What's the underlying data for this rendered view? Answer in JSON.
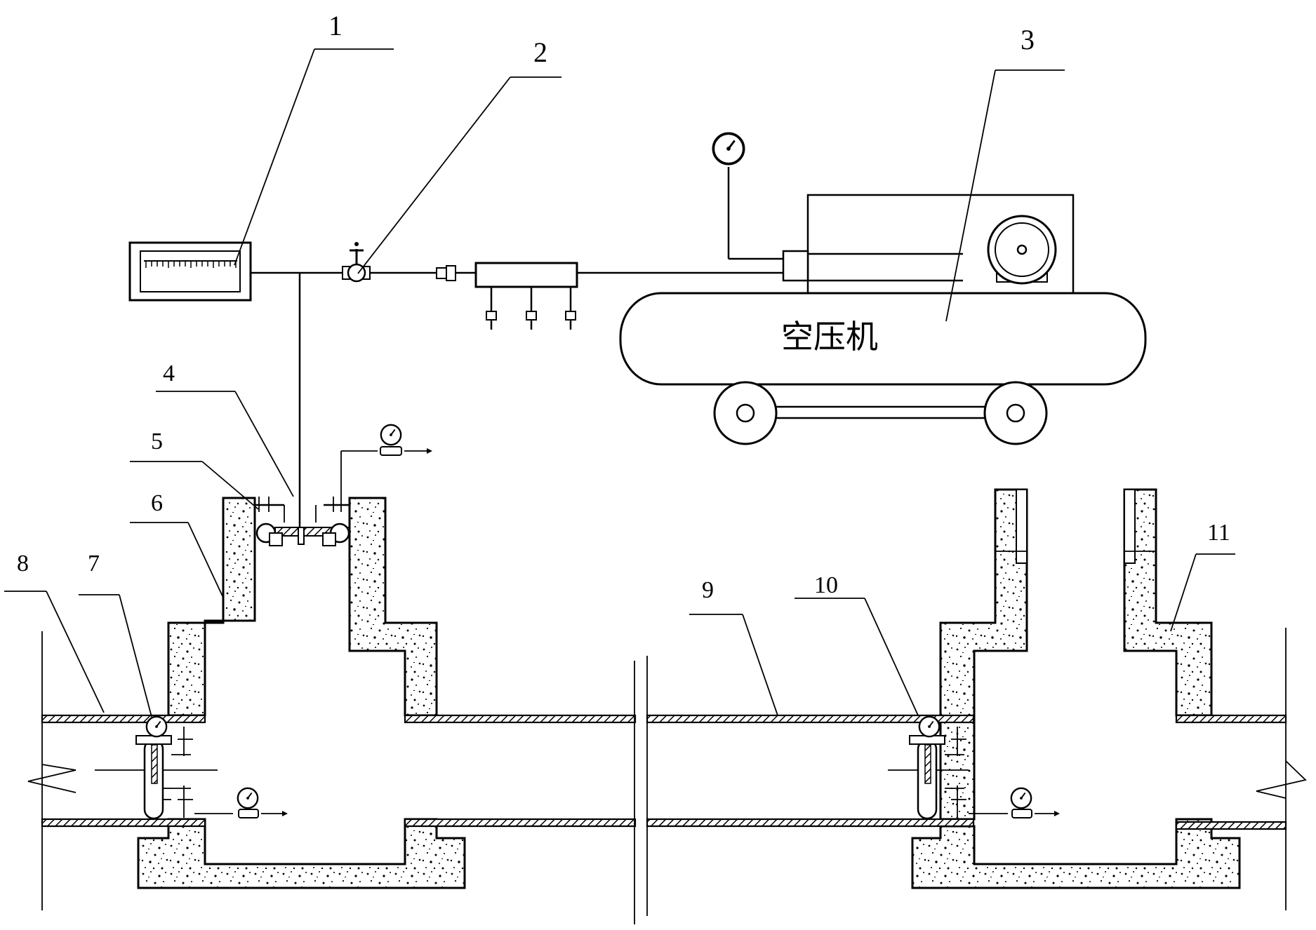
{
  "callouts": [
    "1",
    "2",
    "3",
    "4",
    "5",
    "6",
    "7",
    "8",
    "9",
    "10",
    "11"
  ],
  "compressor_label": "空压机",
  "icons": {
    "flowmeter": "flowmeter-icon",
    "valve": "valve-icon",
    "manifold": "manifold-icon",
    "pressure_gauge": "pressure-gauge-icon",
    "compressor": "air-compressor-icon",
    "plug": "pipe-plug-icon"
  }
}
